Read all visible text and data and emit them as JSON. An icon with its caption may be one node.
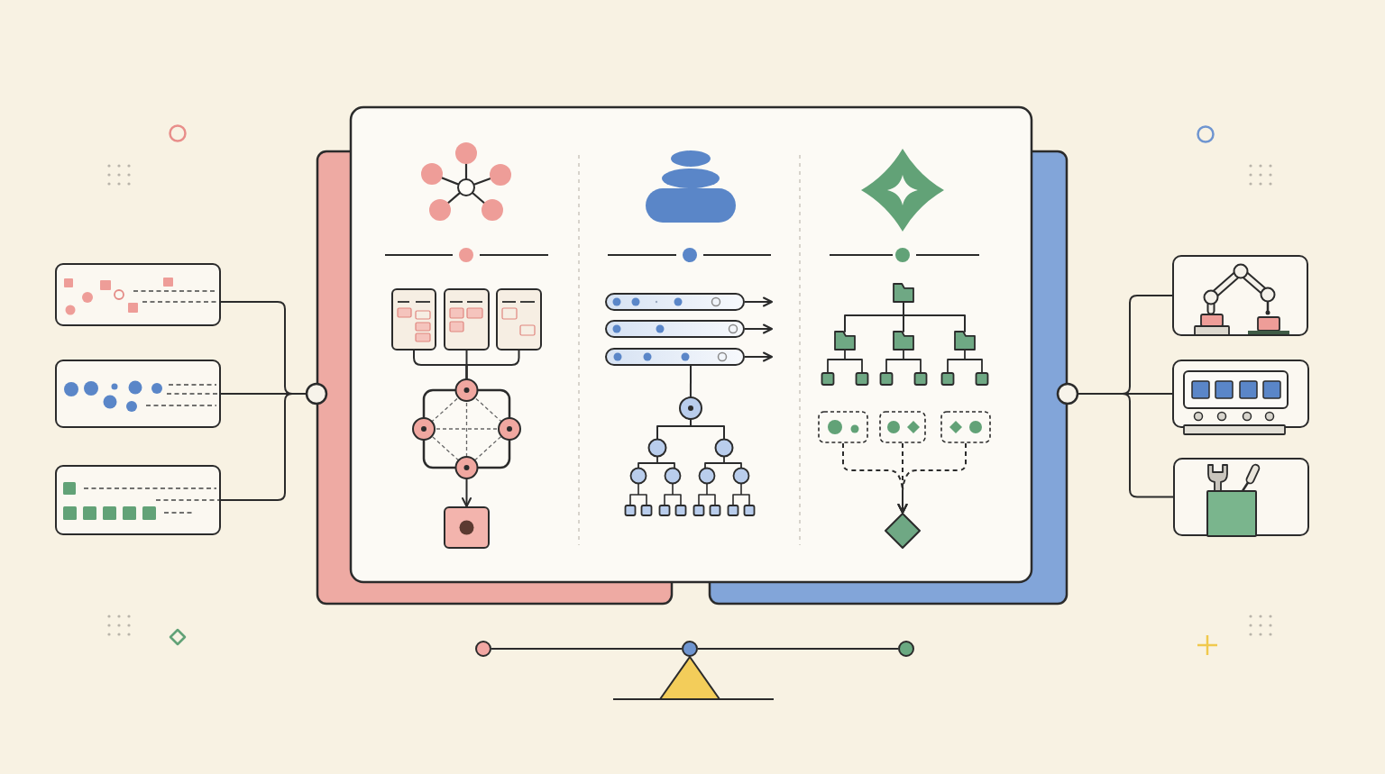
{
  "diagram": {
    "nodes": [
      {
        "text": [],
        "shape": "box"
      },
      {
        "text": [],
        "shape": "box"
      },
      {
        "text": [],
        "shape": "box"
      },
      {
        "text": [],
        "shape": "circle"
      },
      {
        "text": [],
        "shape": "box"
      },
      {
        "text": [],
        "shape": "box",
        "in": 4
      },
      {
        "text": [],
        "shape": "box",
        "in": 4
      },
      {
        "text": [],
        "shape": "box",
        "in": 4
      },
      {
        "text": [],
        "shape": "picture",
        "in": 4
      },
      {
        "text": [],
        "shape": "box",
        "in": 4
      },
      {
        "text": [],
        "shape": "bar",
        "in": 4
      },
      {
        "text": [],
        "shape": "bar",
        "in": 4
      },
      {
        "text": [],
        "shape": "bar",
        "in": 4
      },
      {
        "text": [],
        "shape": "picture",
        "in": 4
      },
      {
        "text": [],
        "shape": "box",
        "in": 4
      },
      {
        "text": [],
        "shape": "box",
        "in": 4
      },
      {
        "text": [],
        "shape": "box",
        "in": 4
      },
      {
        "text": [],
        "shape": "diamond",
        "in": 4
      },
      {
        "text": [],
        "shape": "circle"
      },
      {
        "text": [],
        "shape": "picture"
      },
      {
        "text": [],
        "shape": "picture"
      },
      {
        "text": [],
        "shape": "picture"
      },
      {
        "text": [],
        "shape": "circle"
      },
      {
        "text": [],
        "shape": "circle"
      },
      {
        "text": [],
        "shape": "circle"
      }
    ],
    "edges": [
      {
        "from": 0,
        "to": 3,
        "arrow": "none"
      },
      {
        "from": 1,
        "to": 3,
        "arrow": "none"
      },
      {
        "from": 2,
        "to": 3,
        "arrow": "none"
      },
      {
        "from": 5,
        "to": 8,
        "arrow": "none"
      },
      {
        "from": 6,
        "to": 8,
        "arrow": "none"
      },
      {
        "from": 7,
        "to": 8,
        "arrow": "none"
      },
      {
        "from": 8,
        "to": 9,
        "arrow": "to"
      },
      {
        "from": 10,
        "to": null,
        "arrow": "to"
      },
      {
        "from": 11,
        "to": null,
        "arrow": "to"
      },
      {
        "from": 12,
        "to": null,
        "arrow": "to"
      },
      {
        "from": 12,
        "to": 13,
        "arrow": "none"
      },
      {
        "from": 14,
        "to": 17,
        "arrow": "to",
        "style": "dashed"
      },
      {
        "from": 15,
        "to": 17,
        "arrow": "to",
        "style": "dashed"
      },
      {
        "from": 16,
        "to": 17,
        "arrow": "to",
        "style": "dashed"
      },
      {
        "from": 18,
        "to": 19,
        "arrow": "none"
      },
      {
        "from": 18,
        "to": 20,
        "arrow": "none"
      },
      {
        "from": 18,
        "to": 21,
        "arrow": "none"
      },
      {
        "from": 22,
        "to": 23,
        "arrow": "none"
      },
      {
        "from": 23,
        "to": 24,
        "arrow": "none"
      }
    ]
  }
}
